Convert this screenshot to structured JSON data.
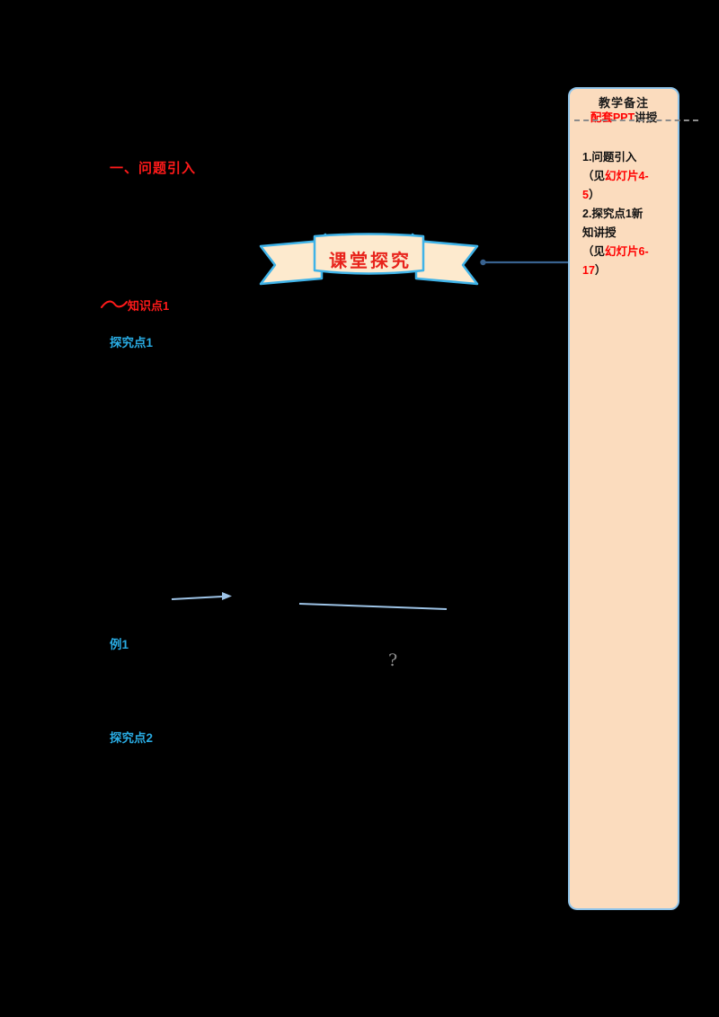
{
  "page": {
    "background": "#000000"
  },
  "headings": {
    "section": "一、问题引入",
    "knowledge_point": "知识点1",
    "explore_point_1": "探究点1",
    "example": "例1",
    "explore_point_2": "探究点2",
    "question_mark": "?"
  },
  "banner": {
    "label": "课堂探究"
  },
  "sidebar": {
    "title": "教学备注",
    "subtitle_red": "配套PPT",
    "subtitle_black": "讲授",
    "notes": {
      "l1": "1.问题引入",
      "l2a": "（见",
      "l2b": "幻灯片4-",
      "l3a": "5",
      "l3b": "）",
      "l4": "2.探究点1新",
      "l5": "知讲授",
      "l6a": "（见",
      "l6b": "幻灯片6-",
      "l7a": "17",
      "l7b": "）"
    }
  },
  "colors": {
    "accent_red": "#ff1a1a",
    "accent_cyan": "#29abe2",
    "banner_text": "#e8241c",
    "banner_border": "#3fb3e8",
    "banner_fill": "#fdeace",
    "sidebar_fill": "#fbdcbe",
    "callout_blue": "#38628f",
    "line_blue": "#9dc3e6"
  }
}
